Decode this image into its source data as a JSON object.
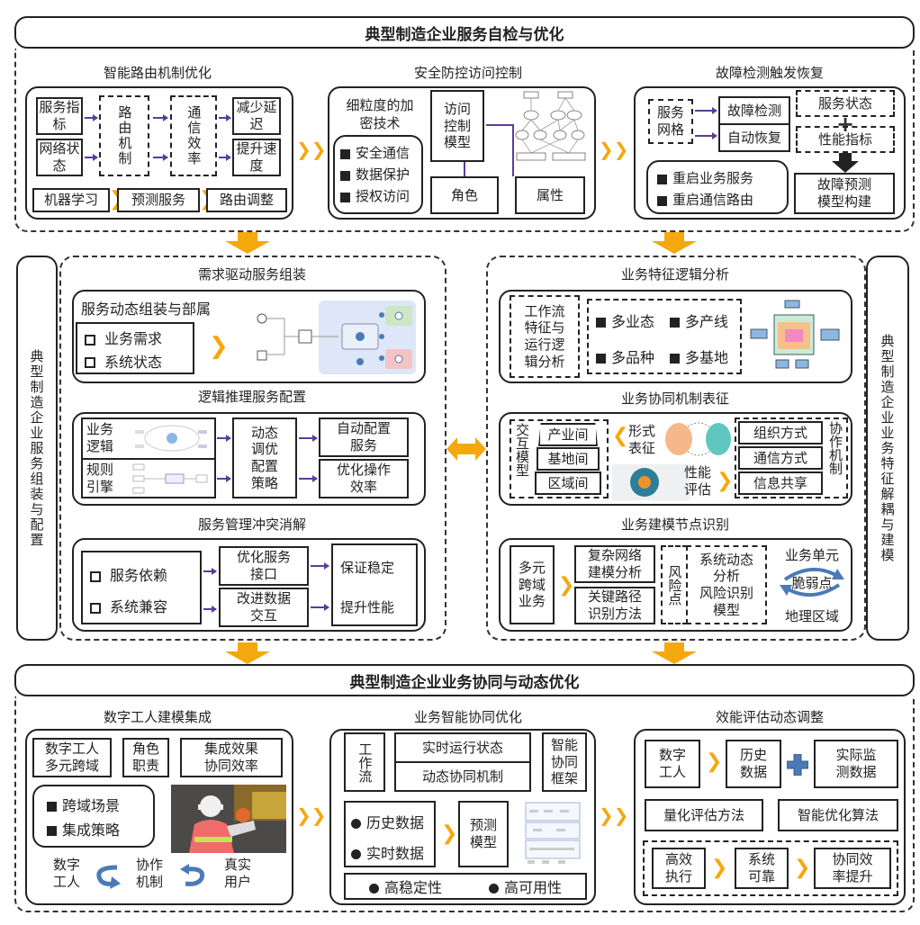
{
  "top": {
    "title": "典型制造企业服务自检与优化",
    "routing": {
      "title": "智能路由机制优化",
      "inputs": [
        "服务指标",
        "网络状态"
      ],
      "mechanism": "路由机制",
      "efficiency": "通信效率",
      "outputs": [
        "减少延迟",
        "提升速度"
      ],
      "flow": [
        "机器学习",
        "预测服务",
        "路由调整"
      ]
    },
    "security": {
      "title": "安全防控访问控制",
      "encryption_title": "细粒度的加密技术",
      "items": [
        "安全通信",
        "数据保护",
        "授权访问"
      ],
      "model": "访问控制模型",
      "role": "角色",
      "attribute": "属性",
      "graph_icon": "access-control-graph"
    },
    "fault": {
      "title": "故障检测触发恢复",
      "mesh": "服务网格",
      "detect": "故障检测",
      "recover": "自动恢复",
      "state": "服务状态",
      "perf": "性能指标",
      "plus": "+",
      "model": "故障预测模型构建",
      "items": [
        "重启业务服务",
        "重启通信路由"
      ]
    }
  },
  "left": {
    "side_label": "典型制造企业服务组装与配置",
    "assembly": {
      "title": "需求驱动服务组装",
      "sub_title": "服务动态组装与部属",
      "items": [
        "业务需求",
        "系统状态"
      ],
      "diagram_icon": "kubernetes-cluster-diagram"
    },
    "config": {
      "title": "逻辑推理服务配置",
      "inputs": [
        "业务逻辑",
        "规则引擎"
      ],
      "strategy": "动态调优配置策略",
      "outputs": [
        "自动配置服务",
        "优化操作效率"
      ]
    },
    "conflict": {
      "title": "服务管理冲突消解",
      "items": [
        "服务依赖",
        "系统兼容"
      ],
      "actions": [
        "优化服务接口",
        "改进数据交互"
      ],
      "results": [
        "保证稳定",
        "提升性能"
      ]
    }
  },
  "right": {
    "side_label": "典型制造企业业务特征解耦与建模",
    "analysis": {
      "title": "业务特征逻辑分析",
      "workflow": "工作流特征与运行逻辑分析",
      "items": [
        "多业态",
        "多产线",
        "多品种",
        "多基地"
      ]
    },
    "collab": {
      "title": "业务协同机制表征",
      "interaction": "交互模型",
      "levels": [
        "产业间",
        "基地间",
        "区域间"
      ],
      "formal": "形式表征",
      "perf": "性能评估",
      "mechanism": "协作机制",
      "methods": [
        "组织方式",
        "通信方式",
        "信息共享"
      ]
    },
    "nodes": {
      "title": "业务建模节点识别",
      "multi": "多元跨域业务",
      "methods": [
        "复杂网络建模分析",
        "关键路径识别方法"
      ],
      "risk": "风险点",
      "risk_model": [
        "系统动态分析",
        "风险识别模型"
      ],
      "unit": "业务单元",
      "weak": "脆弱点",
      "region": "地理区域"
    }
  },
  "bottom": {
    "title": "典型制造企业业务协同与动态优化",
    "digital": {
      "title": "数字工人建模集成",
      "boxes": [
        "数字工人多元跨域",
        "角色职责",
        "集成效果协同效率"
      ],
      "items": [
        "跨域场景",
        "集成策略"
      ],
      "photo": "worker-photo",
      "cycle": [
        "数字工人",
        "协作机制",
        "真实用户"
      ]
    },
    "smart": {
      "title": "业务智能协同优化",
      "workflow": "工作流",
      "states": [
        "实时运行状态",
        "动态协同机制"
      ],
      "framework": "智能协同框架",
      "data": [
        "历史数据",
        "实时数据"
      ],
      "model": "预测模型",
      "quality": [
        "高稳定性",
        "高可用性"
      ]
    },
    "eval": {
      "title": "效能评估动态调整",
      "worker": "数字工人",
      "history": "历史数据",
      "monitor": "实际监测数据",
      "methods": [
        "量化评估方法",
        "智能优化算法"
      ],
      "chain": [
        "高效执行",
        "系统可靠",
        "协同效率提升"
      ]
    }
  },
  "colors": {
    "accent": "#f5a80e",
    "arrow": "#5a3c9a",
    "blue": "#4a7bb7"
  }
}
